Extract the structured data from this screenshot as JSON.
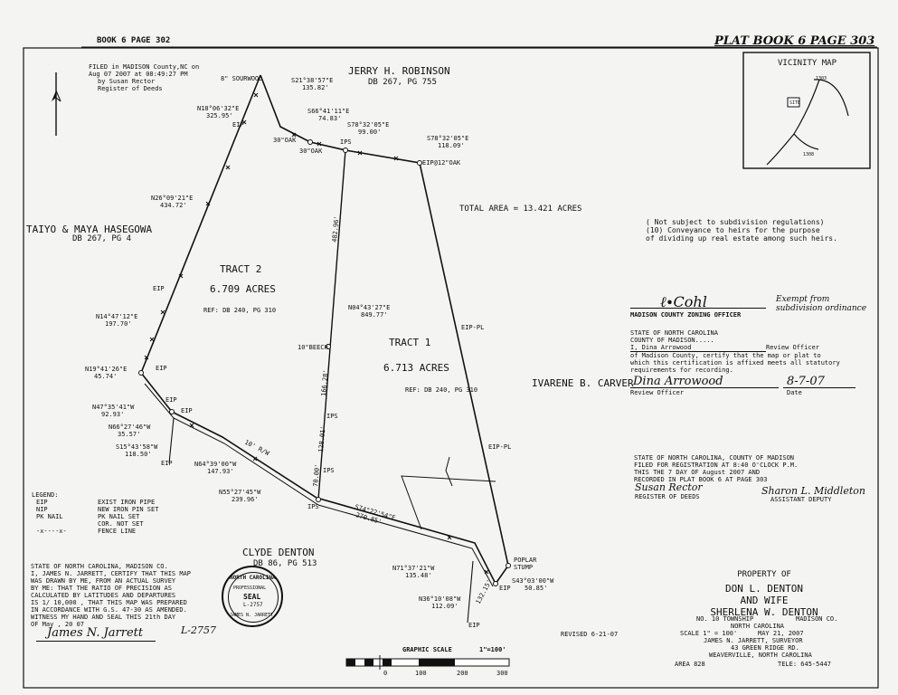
{
  "header": {
    "book_left": "BOOK 6 PAGE  302",
    "book_right": "PLAT BOOK 6 PAGE 303"
  },
  "filed": {
    "lines": [
      "FILED in MADISON County,NC on",
      "Aug 07 2007 at 08:49:27 PM",
      "by Susan  Rector",
      "Register of Deeds"
    ]
  },
  "vicinity": {
    "title": "VICINITY MAP",
    "road1": "1303",
    "road2": "1308",
    "site": "SITE"
  },
  "owners": {
    "north": {
      "name": "JERRY H. ROBINSON",
      "ref": "DB 267, PG 755"
    },
    "west": {
      "name": "TAIYO & MAYA HASEGOWA",
      "ref": "DB 267, PG 4"
    },
    "east": {
      "name": "IVARENE B. CARVER"
    },
    "south": {
      "name": "CLYDE DENTON",
      "ref": "DB 86, PG 513"
    }
  },
  "tracts": {
    "t2": {
      "name": "TRACT 2",
      "acres": "6.709 ACRES",
      "ref": "REF: DB 240, PG 310"
    },
    "t1": {
      "name": "TRACT 1",
      "acres": "6.713 ACRES",
      "ref": "REF: DB 240, PG 310"
    },
    "total": "TOTAL AREA = 13.421 ACRES"
  },
  "bearings": {
    "b1": [
      "S21°38'57\"E",
      "135.82'"
    ],
    "b2": [
      "S66°41'11\"E",
      "74.83'"
    ],
    "b3": [
      "S78°32'05\"E",
      "99.00'"
    ],
    "b4": [
      "S78°32'05\"E",
      "118.09'"
    ],
    "b5": [
      "N18°06'32\"E",
      "325.95'"
    ],
    "b6": [
      "N26°09'21\"E",
      "434.72'"
    ],
    "b7": [
      "N14°47'12\"E",
      "197.70'"
    ],
    "b8": [
      "N19°41'26\"E",
      "45.74'"
    ],
    "b9": [
      "N47°35'41\"W",
      "92.93'"
    ],
    "b10": [
      "N66°27'46\"W",
      "35.57'"
    ],
    "b11": [
      "S15°43'58\"W",
      "118.50'"
    ],
    "b12": [
      "N64°39'00\"W",
      "147.93'"
    ],
    "b13": [
      "N55°27'45\"W",
      "239.96'"
    ],
    "b14": [
      "N04°43'27\"E",
      "849.77'"
    ],
    "b15": [
      "S74°22'54\"E",
      "270.85'"
    ],
    "b16": [
      "N71°37'21\"W",
      "135.48'"
    ],
    "b17": [
      "N36°10'08\"W",
      "112.09'"
    ],
    "b18": [
      "S43°03'00\"W",
      "50.85'"
    ]
  },
  "labels": {
    "sourwood": "8\" SOURWOOD",
    "oak1": "30\"OAK",
    "oak2": "30\"OAK",
    "ips": "IPS",
    "eip_oak": "EIP@12\"OAK",
    "beech": "10\"BEECH",
    "eip": "EIP",
    "eip_pl": "EIP-PL",
    "poplar": "POPLAR STUMP",
    "road_row": "10' R/W",
    "seg1": "482.96'",
    "seg2": "166.28'",
    "seg3": "128.01'",
    "seg4": "70.00'",
    "seg5": "132.15'"
  },
  "legend": {
    "title": "LEGEND:",
    "rows": [
      [
        "EIP",
        "EXIST IRON PIPE"
      ],
      [
        "NIP",
        "NEW IRON PIN SET"
      ],
      [
        "PK NAIL",
        "PK NAIL SET"
      ],
      [
        "",
        "COR. NOT SET"
      ],
      [
        "-x----x-",
        "FENCE LINE"
      ]
    ]
  },
  "exempt": [
    "( Not subject to subdivision regulations)",
    "(10) Conveyance to heirs for the purpose",
    "of dividing up real estate among such heirs."
  ],
  "zoning": {
    "label": "MADISON COUNTY ZONING OFFICER",
    "note": "Exempt from subdivision ordinance"
  },
  "review": {
    "l1": "STATE OF NORTH CAROLINA",
    "l2": "COUNTY OF MADISON.....",
    "l3": "I, Dina Arrowood",
    "l3b": "Review Officer",
    "l4": "of Madison County, certify that the map or plat to",
    "l5": "which this certification is affixed meets all statutory",
    "l6": "requirements for recording.",
    "sig": "Dina Arrowood",
    "date": "8-7-07",
    "officer": "Review Officer",
    "date_label": "Date"
  },
  "register": {
    "l1": "STATE OF NORTH CAROLINA, COUNTY OF MADISON",
    "l2": "FILED FOR REGISTRATION AT 8:40 O'CLOCK P.M.",
    "l3": "THIS THE 7 DAY OF August 2007 AND",
    "l4": "RECORDED IN PLAT BOOK 6 AT PAGE 303",
    "sig1": "Susan Rector",
    "sig2": "Sharon L. Middleton",
    "reg_label": "REGISTER OF DEEDS",
    "asst_label": "ASSISTANT DEPUTY"
  },
  "surveyor_cert": [
    "STATE OF NORTH CAROLINA, MADISON CO.",
    "I, JAMES N. JARRETT, CERTIFY THAT THIS MAP",
    "WAS DRAWN BY ME, FROM AN ACTUAL SURVEY",
    "BY ME: THAT THE RATIO OF PRECISION AS",
    "CALCULATED BY LATITUDES AND DEPARTURES",
    "IS 1/ 10,000 , THAT THIS MAP WAS PREPARED",
    "IN ACCORDANCE WITH G.S. 47-30 AS AMENDED.",
    "WITNESS MY HAND AND SEAL THIS 21th DAY",
    "OF May , 20 07"
  ],
  "seal": {
    "top": "NORTH CAROLINA",
    "mid": "SEAL",
    "num": "L-2757",
    "side": "PROFESSIONAL",
    "bottom": "JAMES N. JARRETT"
  },
  "signature": "James N. Jarrett",
  "license": "L-2757",
  "revised": "REVISED 6-21-07",
  "scale": {
    "title": "GRAPHIC SCALE",
    "ratio": "1\"=100'",
    "ticks": [
      "0",
      "100",
      "200",
      "300"
    ]
  },
  "property": {
    "title": "PROPERTY OF",
    "owner1": "DON L. DENTON",
    "and": "AND WIFE",
    "owner2": "SHERLENA W. DENTON",
    "township": "NO. 10 TOWNSHIP",
    "county": "MADISON CO.",
    "state": "NORTH CAROLINA",
    "scale": "SCALE 1\" = 100'",
    "date": "MAY 21, 2007",
    "surveyor": "JAMES N. JARRETT, SURVEYOR",
    "addr1": "43 GREEN RIDGE RD.",
    "addr2": "WEAVERVILLE, NORTH CAROLINA",
    "area": "AREA 828",
    "tel": "TELE: 645-5447"
  }
}
